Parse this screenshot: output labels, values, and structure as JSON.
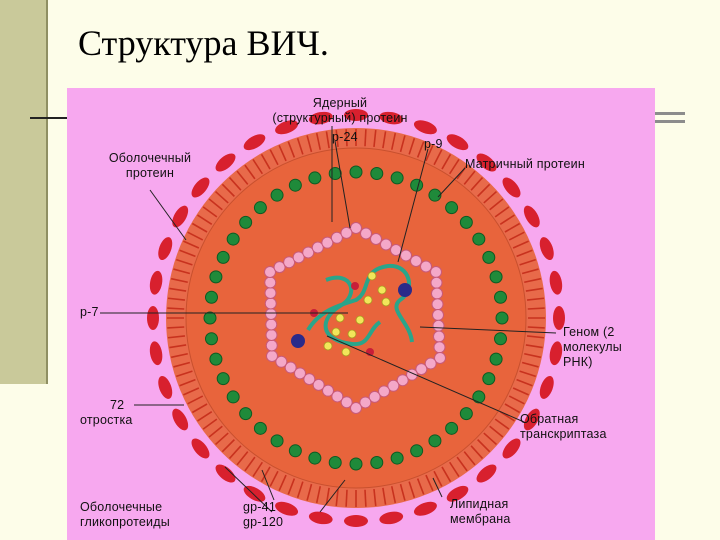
{
  "slide": {
    "title": "Структура ВИЧ."
  },
  "diagram": {
    "labels": {
      "nuclear_protein_line1": "Ядерный",
      "nuclear_protein_line2": "(структурный) протеин",
      "p24": "p-24",
      "p9": "p-9",
      "matrix_protein": "Матричный протеин",
      "envelope_protein_line1": "Оболочечный",
      "envelope_protein_line2": "протеин",
      "p7": "p-7",
      "genome_line1": "Геном (2",
      "genome_line2": "молекулы",
      "genome_line3": "РНК)",
      "spikes_line1": "72",
      "spikes_line2": "отростка",
      "reverse_transcriptase_line1": "Обратная",
      "reverse_transcriptase_line2": "транскриптаза",
      "envelope_glycoproteins_line1": "Оболочечные",
      "envelope_glycoproteins_line2": "гликопротеиды",
      "gp41": "gp-41",
      "gp120": "gp-120",
      "lipid_membrane_line1": "Липидная",
      "lipid_membrane_line2": "мембрана"
    },
    "colors": {
      "panel_background": "#f7a8ef",
      "membrane": "#e86a4a",
      "core_fill": "#e8643c",
      "spike": "#d8202e",
      "matrix_bead": "#1f8a3a",
      "capsid_bead": "#f4a8c8",
      "rna": "#2aa58a",
      "enzyme": "#2a2a8a",
      "protein_dot": "#f2e65a"
    }
  }
}
